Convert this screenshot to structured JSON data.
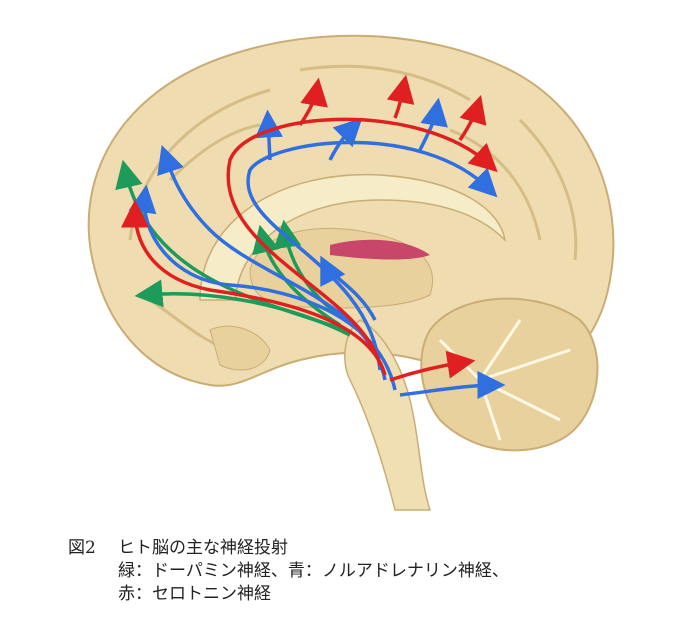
{
  "figure": {
    "colors": {
      "dopamine": "#1e9a5a",
      "noradrenaline": "#2f6fe0",
      "serotonin": "#e02020",
      "brain": "#efdcb0",
      "brain_shadow": "#d6bd86"
    }
  },
  "caption": {
    "number": "図2",
    "title": "ヒト脳の主な神経投射",
    "legend_line1": "緑：ドーパミン神経、青：ノルアドレナリン神経、",
    "legend_line2": "赤：セロトニン神経"
  }
}
